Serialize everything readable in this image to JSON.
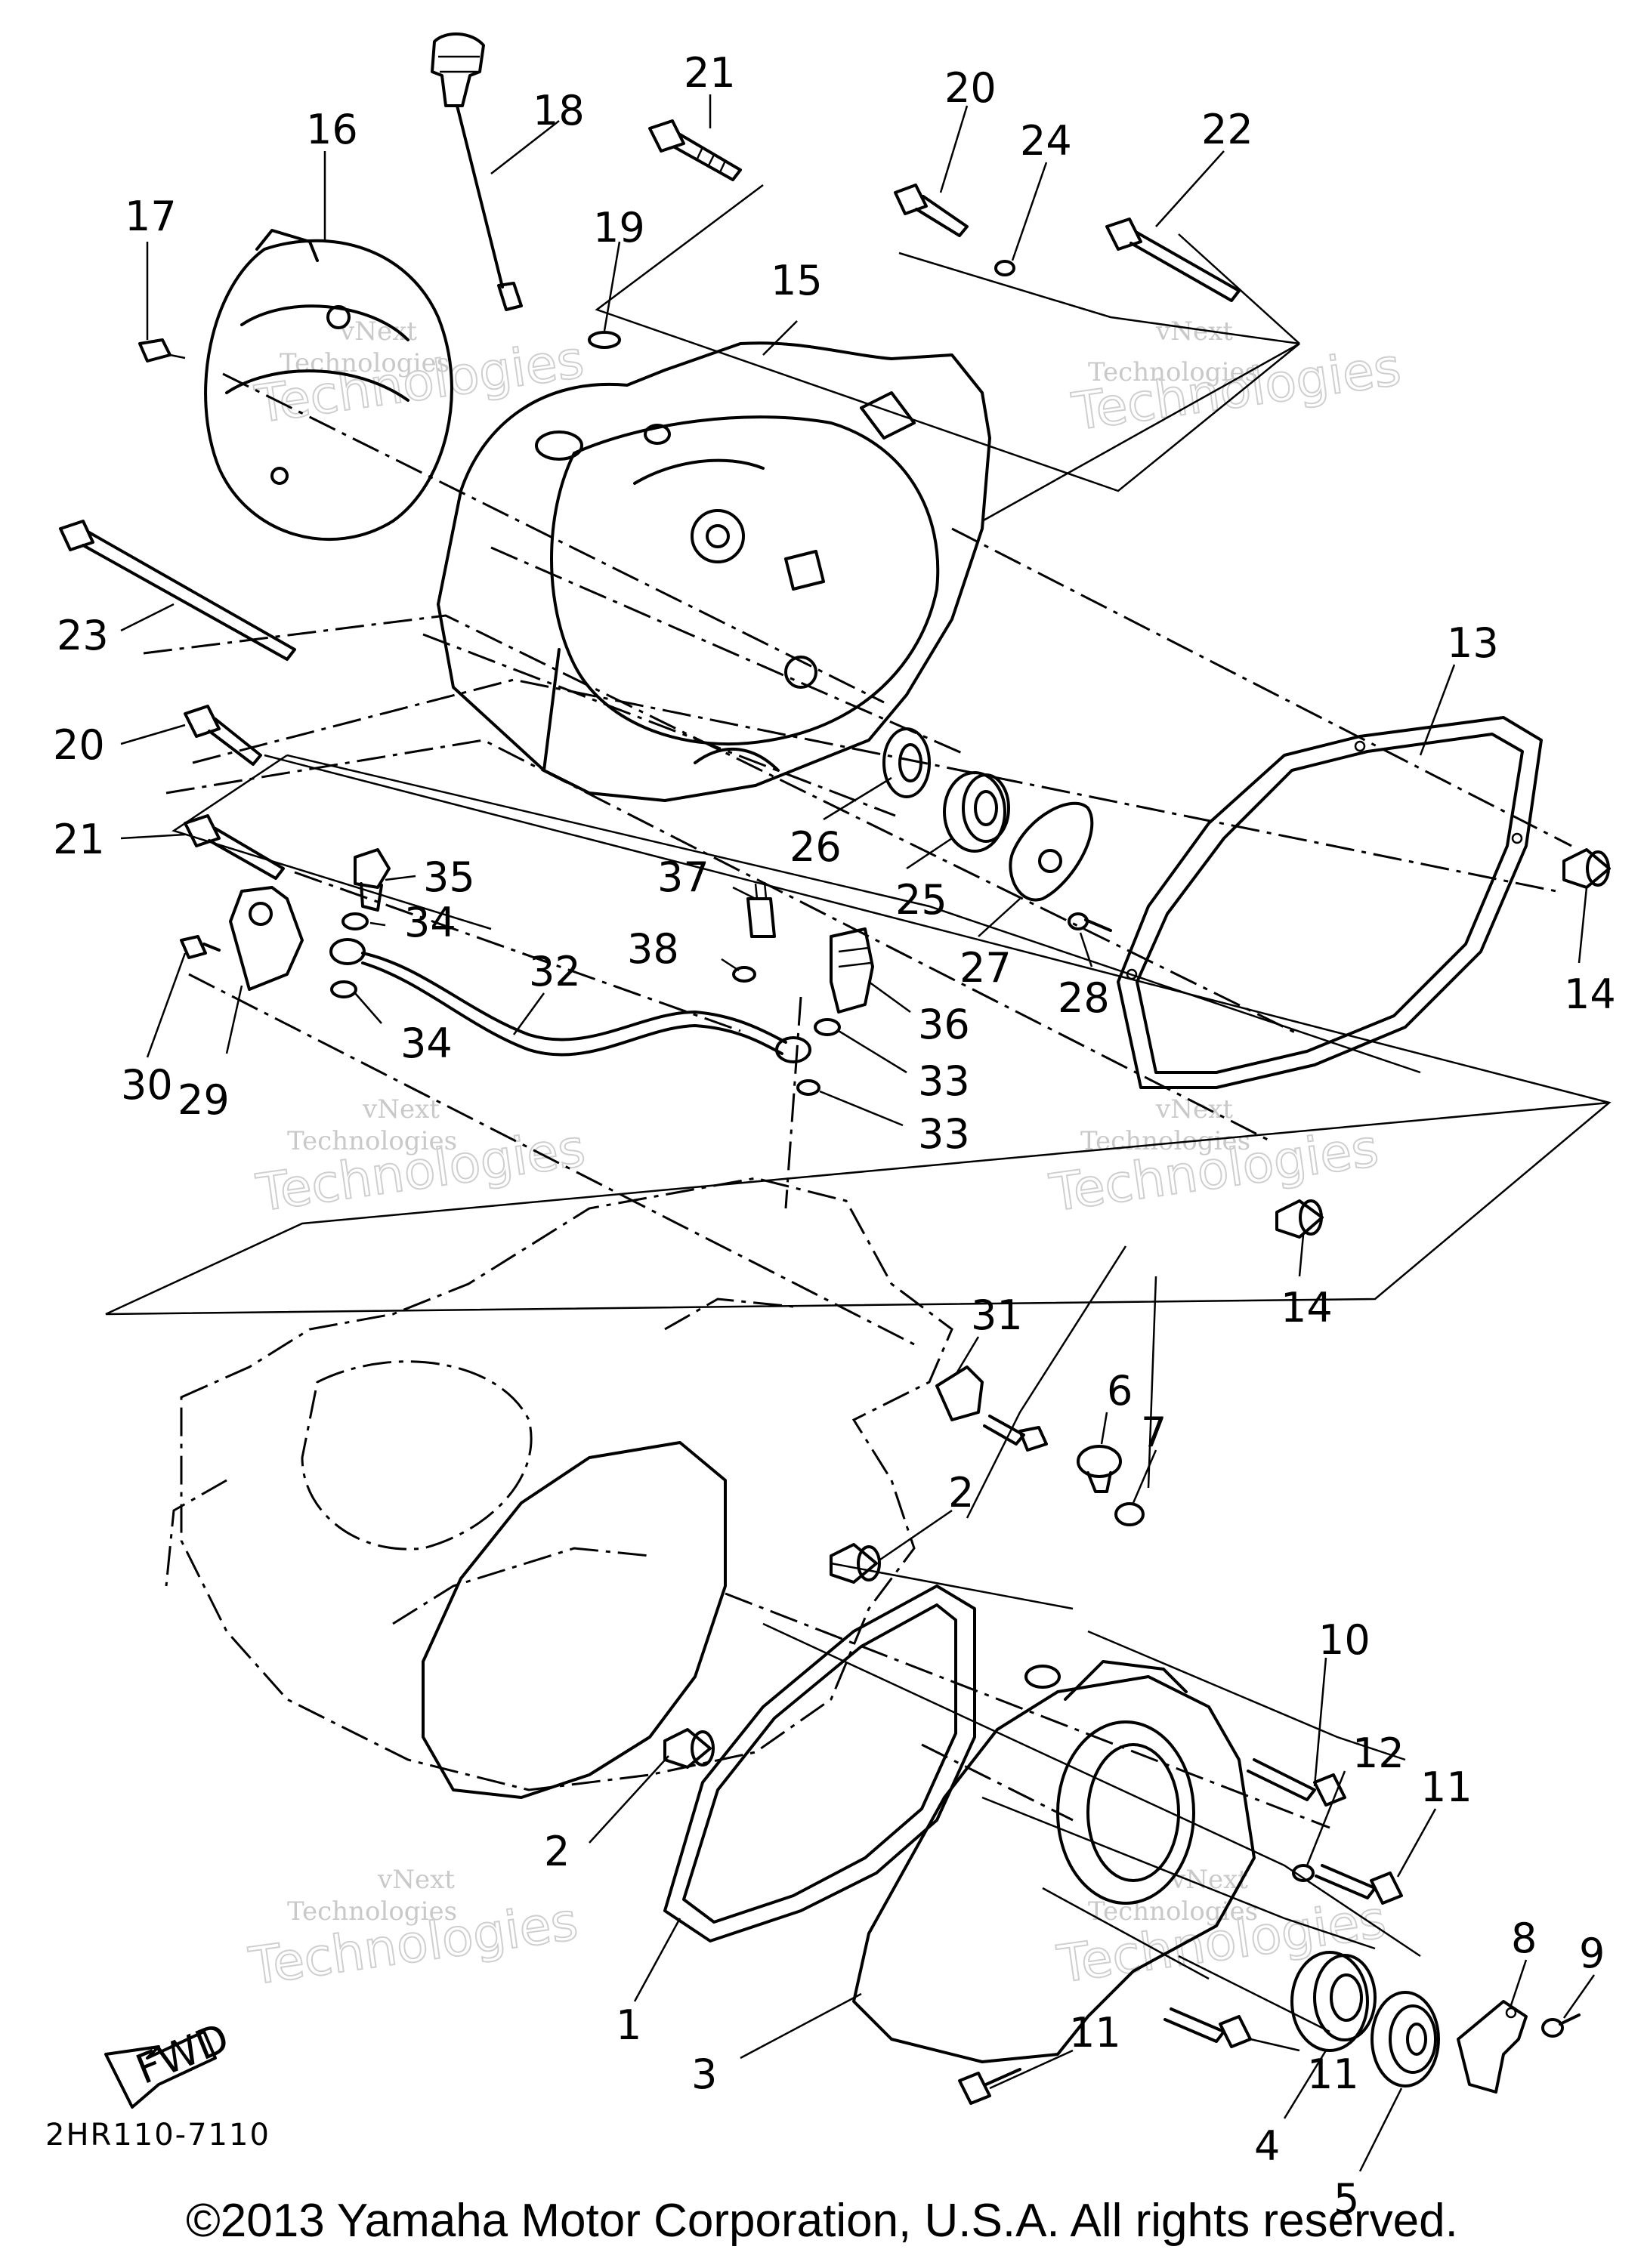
{
  "diagram": {
    "callouts": [
      "1",
      "2",
      "2",
      "3",
      "4",
      "5",
      "6",
      "7",
      "8",
      "9",
      "10",
      "11",
      "11",
      "11",
      "12",
      "13",
      "14",
      "14",
      "15",
      "16",
      "17",
      "18",
      "19",
      "20",
      "20",
      "21",
      "21",
      "22",
      "23",
      "24",
      "25",
      "26",
      "27",
      "28",
      "29",
      "30",
      "31",
      "32",
      "33",
      "33",
      "34",
      "34",
      "35",
      "36",
      "37",
      "38"
    ],
    "watermark_line1": "vNext",
    "watermark_line2": "Technologies",
    "fwd_label": "FWD",
    "diagram_code": "2HR110-7110"
  },
  "footer": {
    "copyright": "©2013 Yamaha Motor Corporation, U.S.A. All rights reserved."
  }
}
